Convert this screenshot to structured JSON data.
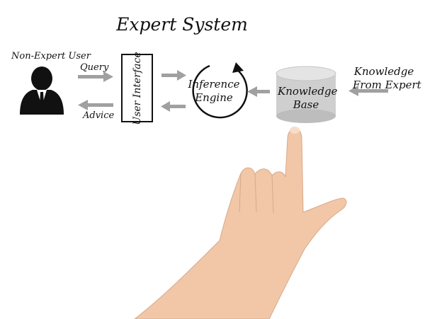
{
  "title": "Expert System",
  "user": {
    "label": "Non-Expert User",
    "icon": "user-icon"
  },
  "arrows": {
    "query": "Query",
    "advice": "Advice"
  },
  "user_interface": "User Interface",
  "inference_engine": {
    "line1": "Inference",
    "line2": "Engine"
  },
  "knowledge_base": {
    "line1": "Knowledge",
    "line2": "Base"
  },
  "knowledge_from_expert": {
    "line1": "Knowledge",
    "line2": "From Expert"
  },
  "colors": {
    "arrow": "#a0a0a0",
    "cylinder": "#cfcfcf",
    "ink": "#111111",
    "skin": "#f1c7a8"
  }
}
